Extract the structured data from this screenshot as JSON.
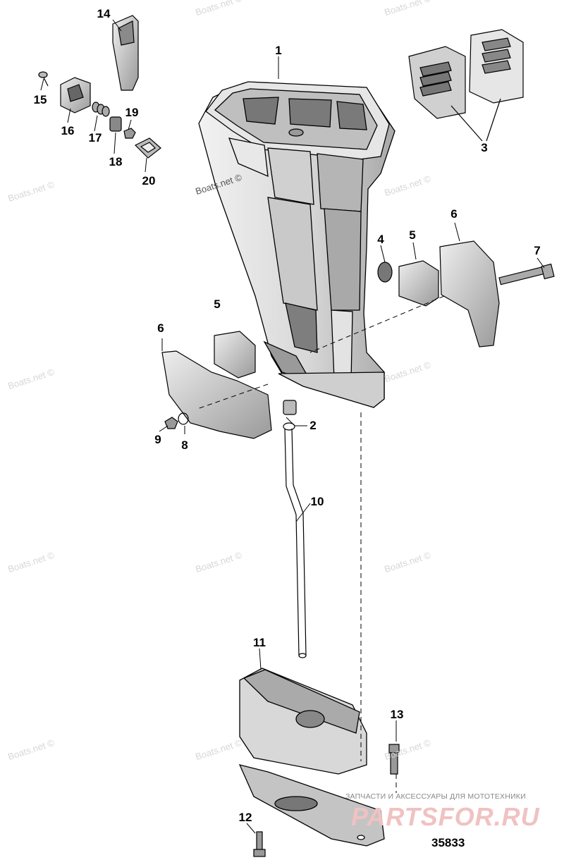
{
  "callouts": [
    {
      "id": "1",
      "text": "1"
    },
    {
      "id": "2",
      "text": "2"
    },
    {
      "id": "3",
      "text": "3"
    },
    {
      "id": "4",
      "text": "4"
    },
    {
      "id": "5a",
      "text": "5"
    },
    {
      "id": "5b",
      "text": "5"
    },
    {
      "id": "6a",
      "text": "6"
    },
    {
      "id": "6b",
      "text": "6"
    },
    {
      "id": "7",
      "text": "7"
    },
    {
      "id": "8",
      "text": "8"
    },
    {
      "id": "9",
      "text": "9"
    },
    {
      "id": "10",
      "text": "10"
    },
    {
      "id": "11",
      "text": "11"
    },
    {
      "id": "12",
      "text": "12"
    },
    {
      "id": "13",
      "text": "13"
    },
    {
      "id": "14",
      "text": "14"
    },
    {
      "id": "15",
      "text": "15"
    },
    {
      "id": "16",
      "text": "16"
    },
    {
      "id": "17",
      "text": "17"
    },
    {
      "id": "18",
      "text": "18"
    },
    {
      "id": "19",
      "text": "19"
    },
    {
      "id": "20",
      "text": "20"
    }
  ],
  "diagram_number": "35833",
  "watermark": "Boats.net ©",
  "brand": {
    "tagline": "ЗАПЧАСТИ И АКСЕССУАРЫ ДЛЯ МОТОТЕХНИКИ",
    "logo": "PARTSFOR.RU"
  },
  "colors": {
    "line": "#000000",
    "shade_light": "#d9d9d9",
    "shade_mid": "#bdbdbd",
    "shade_dark": "#8c8c8c"
  }
}
